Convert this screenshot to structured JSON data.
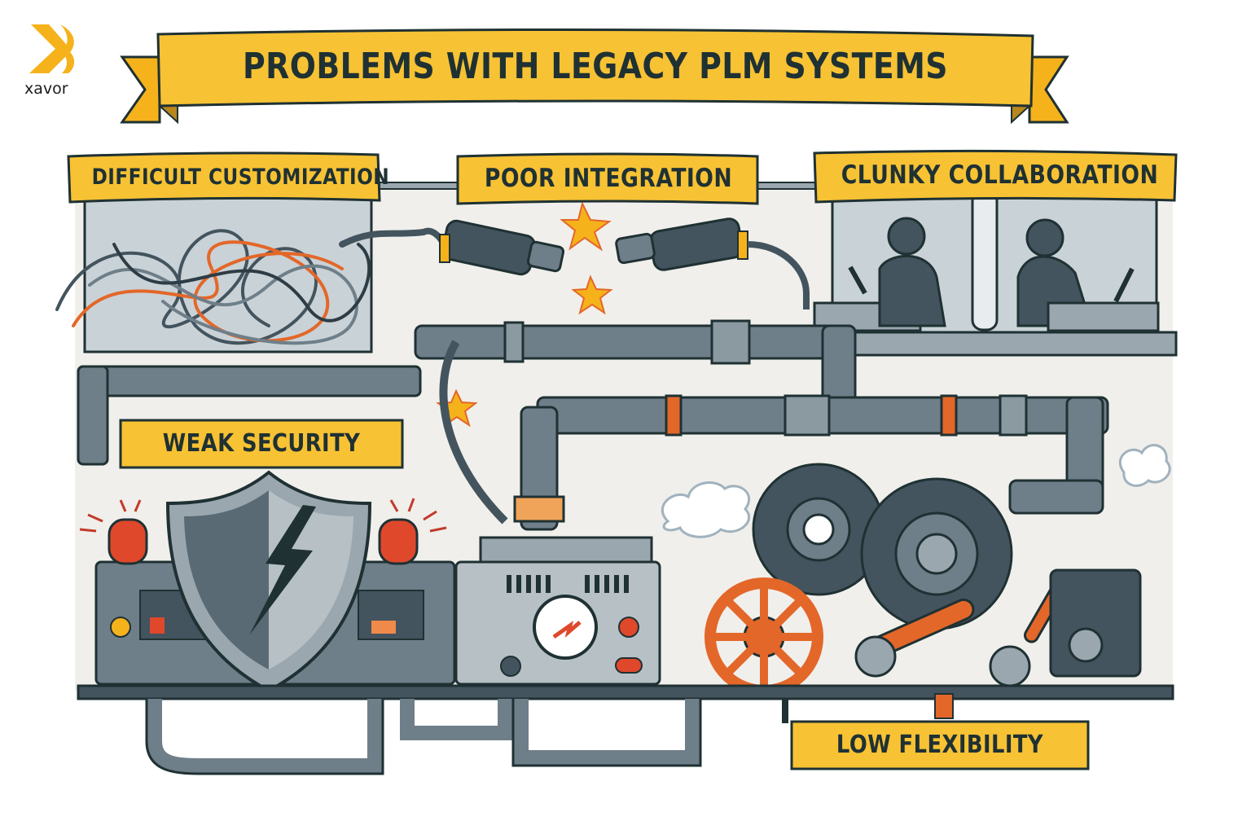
{
  "logo": {
    "text": "xavor",
    "mark": "x-swoosh-mark",
    "color": "#f5b21b"
  },
  "title": "PROBLEMS WITH LEGACY PLM SYSTEMS",
  "colors": {
    "banner_yellow": "#f7c234",
    "banner_outline": "#1f3133",
    "steel": "#6f7f89",
    "dark_steel": "#44545e",
    "panel_bg": "#c9d2d6",
    "orange": "#e4672a",
    "alarm_red": "#e0482c",
    "background": "#f1efeb"
  },
  "problems": [
    {
      "id": "difficult-customization",
      "label": "DIFFICULT CUSTOMIZATION",
      "illustration": "tangled-wires"
    },
    {
      "id": "poor-integration",
      "label": "POOR INTEGRATION",
      "illustration": "disconnected-plugs-with-sparks"
    },
    {
      "id": "clunky-collaboration",
      "label": "CLUNKY COLLABORATION",
      "illustration": "two-isolated-workers-at-laptops"
    },
    {
      "id": "weak-security",
      "label": "WEAK SECURITY",
      "illustration": "cracked-shield-with-alarms"
    },
    {
      "id": "low-flexibility",
      "label": "LOW FLEXIBILITY",
      "illustration": "rusty-gears-and-valve-wheel"
    }
  ]
}
